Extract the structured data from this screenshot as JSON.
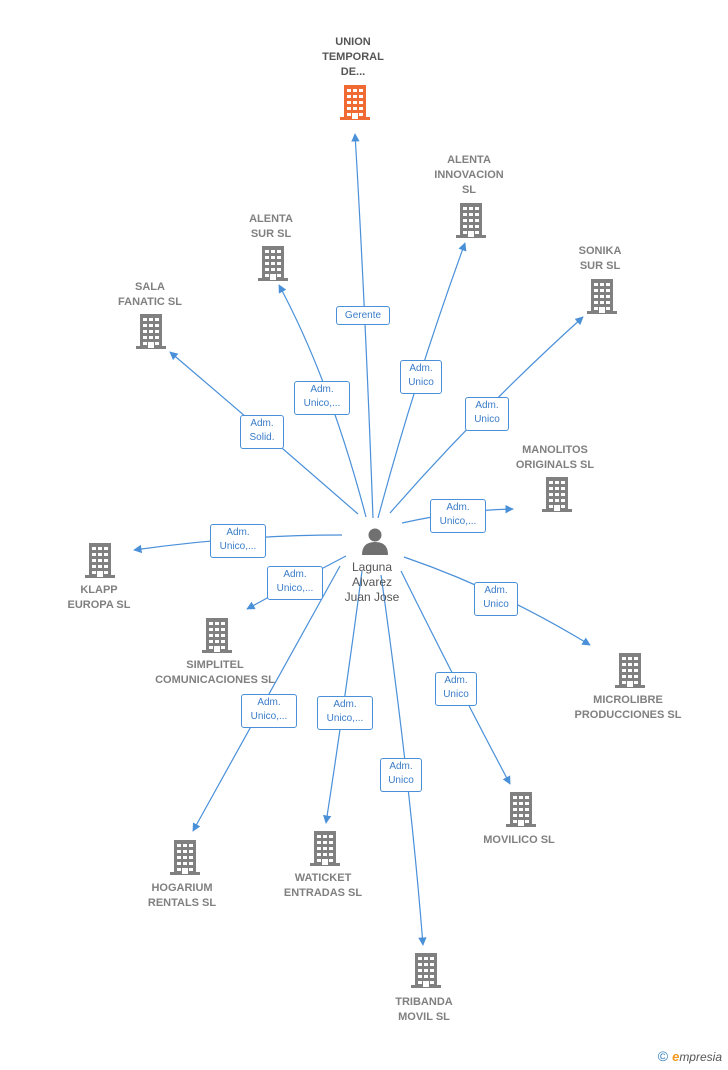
{
  "colors": {
    "edge": "#4a90d9",
    "company_icon": "#808080",
    "main_icon": "#f06a33",
    "person_icon": "#707070"
  },
  "person": {
    "name": "Laguna\nAlvarez\nJuan Jose",
    "icon": "person-icon"
  },
  "companies": [
    {
      "id": "union",
      "name": "UNION\nTEMPORAL\nDE...",
      "highlight": true,
      "icon": "building-icon"
    },
    {
      "id": "alenta-innovacion",
      "name": "ALENTA\nINNOVACION\nSL",
      "icon": "building-icon"
    },
    {
      "id": "alenta-sur",
      "name": "ALENTA\nSUR  SL",
      "icon": "building-icon"
    },
    {
      "id": "sonika",
      "name": "SONIKA\nSUR  SL",
      "icon": "building-icon"
    },
    {
      "id": "sala",
      "name": "SALA\nFANATIC  SL",
      "icon": "building-icon"
    },
    {
      "id": "manolitos",
      "name": "MANOLITOS\nORIGINALS  SL",
      "icon": "building-icon"
    },
    {
      "id": "klapp",
      "name": "KLAPP\nEUROPA  SL",
      "icon": "building-icon"
    },
    {
      "id": "simplitel",
      "name": "SIMPLITEL\nCOMUNICACIONES SL",
      "icon": "building-icon"
    },
    {
      "id": "microlibre",
      "name": "MICROLIBRE\nPRODUCCIONES SL",
      "icon": "building-icon"
    },
    {
      "id": "movilico",
      "name": "MOVILICO SL",
      "icon": "building-icon"
    },
    {
      "id": "hogarium",
      "name": "HOGARIUM\nRENTALS  SL",
      "icon": "building-icon"
    },
    {
      "id": "waticket",
      "name": "WATICKET\nENTRADAS  SL",
      "icon": "building-icon"
    },
    {
      "id": "tribanda",
      "name": "TRIBANDA\nMOVIL SL",
      "icon": "building-icon"
    }
  ],
  "relations": [
    {
      "target": "union",
      "label": "Gerente"
    },
    {
      "target": "alenta-innovacion",
      "label": "Adm.\nUnico"
    },
    {
      "target": "alenta-sur",
      "label": "Adm.\nUnico,..."
    },
    {
      "target": "sonika",
      "label": "Adm.\nUnico"
    },
    {
      "target": "sala",
      "label": "Adm.\nSolid."
    },
    {
      "target": "manolitos",
      "label": "Adm.\nUnico,..."
    },
    {
      "target": "klapp",
      "label": "Adm.\nUnico,..."
    },
    {
      "target": "simplitel",
      "label": "Adm.\nUnico,..."
    },
    {
      "target": "microlibre",
      "label": "Adm.\nUnico"
    },
    {
      "target": "movilico",
      "label": "Adm.\nUnico"
    },
    {
      "target": "hogarium",
      "label": "Adm.\nUnico,..."
    },
    {
      "target": "waticket",
      "label": "Adm.\nUnico,..."
    },
    {
      "target": "tribanda",
      "label": "Adm.\nUnico"
    }
  ],
  "footer": {
    "copyright": "©",
    "brand_e": "e",
    "brand_rest": "mpresia"
  }
}
